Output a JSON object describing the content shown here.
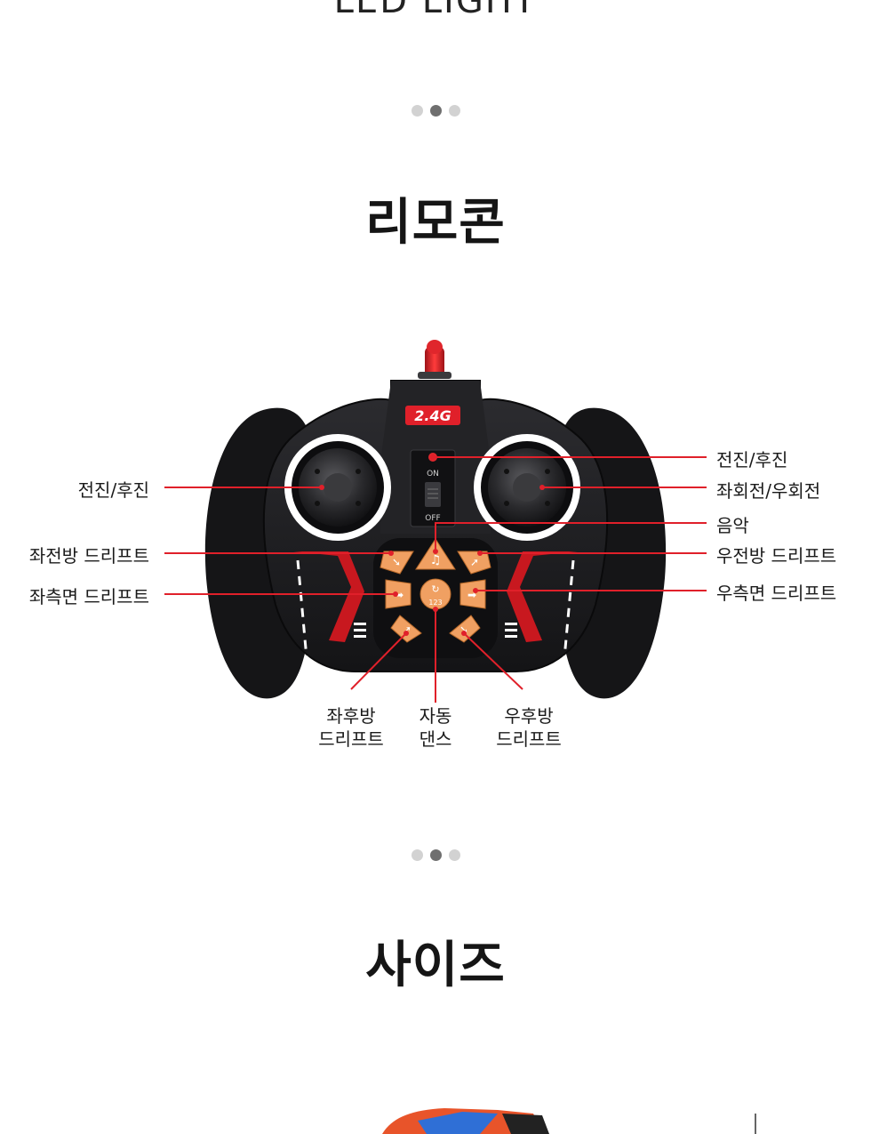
{
  "previous_section": {
    "title": "LED LIGHT"
  },
  "remote_section": {
    "title": "리모콘",
    "badge": "2.4G",
    "switch_on": "ON",
    "switch_off": "OFF",
    "dance_button_text": "123",
    "labels": {
      "left_forward_back": "전진/후진",
      "left_front_drift": "좌전방 드리프트",
      "left_side_drift": "좌측면 드리프트",
      "right_forward_back": "전진/후진",
      "right_turn": "좌회전/우회전",
      "music": "음악",
      "right_front_drift": "우전방 드리프트",
      "right_side_drift": "우측면 드리프트",
      "left_rear_drift_1": "좌후방",
      "left_rear_drift_2": "드리프트",
      "auto_dance_1": "자동",
      "auto_dance_2": "댄스",
      "right_rear_drift_1": "우후방",
      "right_rear_drift_2": "드리프트"
    }
  },
  "size_section": {
    "title": "사이즈"
  },
  "colors": {
    "accent_red": "#e0202a",
    "button_orange": "#f0a062",
    "controller_black": "#1b1b1d"
  }
}
